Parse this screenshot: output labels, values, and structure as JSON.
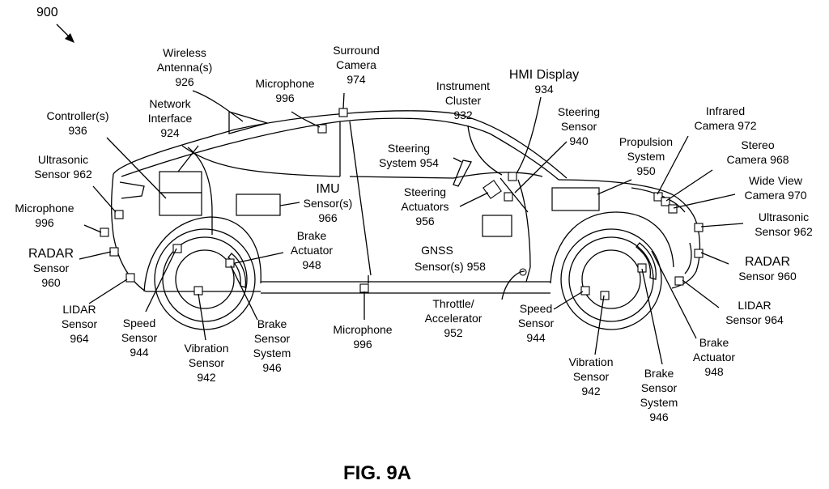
{
  "figure": {
    "ref_number": "900",
    "caption": "FIG. 9A"
  },
  "labels": {
    "wireless_antenna": [
      "Wireless",
      "Antenna(s)",
      "926"
    ],
    "surround_camera": [
      "Surround",
      "Camera",
      "974"
    ],
    "microphone_roof": [
      "Microphone",
      "996"
    ],
    "network_interface": [
      "Network",
      "Interface",
      "924"
    ],
    "controllers": [
      "Controller(s)",
      "936"
    ],
    "ultrasonic_rear": [
      "Ultrasonic",
      "Sensor 962"
    ],
    "microphone_rear": [
      "Microphone",
      "996"
    ],
    "radar_rear": [
      "RADAR",
      "Sensor",
      "960"
    ],
    "lidar_rear": [
      "LIDAR",
      "Sensor",
      "964"
    ],
    "speed_rear": [
      "Speed",
      "Sensor",
      "944"
    ],
    "vibration_rear": [
      "Vibration",
      "Sensor",
      "942"
    ],
    "brake_sensor_rear": [
      "Brake",
      "Sensor",
      "System",
      "946"
    ],
    "brake_actuator_rear": [
      "Brake",
      "Actuator",
      "948"
    ],
    "imu": [
      "IMU",
      "Sensor(s)",
      "966"
    ],
    "microphone_bottom": [
      "Microphone",
      "996"
    ],
    "instrument_cluster": [
      "Instrument",
      "Cluster",
      "932"
    ],
    "hmi_display": [
      "HMI Display",
      "934"
    ],
    "steering_system": [
      "Steering",
      "System 954"
    ],
    "steering_actuators": [
      "Steering",
      "Actuators",
      "956"
    ],
    "steering_sensor": [
      "Steering",
      "Sensor",
      "940"
    ],
    "gnss": [
      "GNSS",
      "Sensor(s) 958"
    ],
    "throttle": [
      "Throttle/",
      "Accelerator",
      "952"
    ],
    "propulsion": [
      "Propulsion",
      "System",
      "950"
    ],
    "infrared_camera": [
      "Infrared",
      "Camera 972"
    ],
    "stereo_camera": [
      "Stereo",
      "Camera 968"
    ],
    "wide_view_camera": [
      "Wide View",
      "Camera 970"
    ],
    "ultrasonic_front": [
      "Ultrasonic",
      "Sensor 962"
    ],
    "radar_front": [
      "RADAR",
      "Sensor 960"
    ],
    "lidar_front": [
      "LIDAR",
      "Sensor 964"
    ],
    "speed_front": [
      "Speed",
      "Sensor",
      "944"
    ],
    "vibration_front": [
      "Vibration",
      "Sensor",
      "942"
    ],
    "brake_sensor_front": [
      "Brake",
      "Sensor",
      "System",
      "946"
    ],
    "brake_actuator_front": [
      "Brake",
      "Actuator",
      "948"
    ]
  }
}
